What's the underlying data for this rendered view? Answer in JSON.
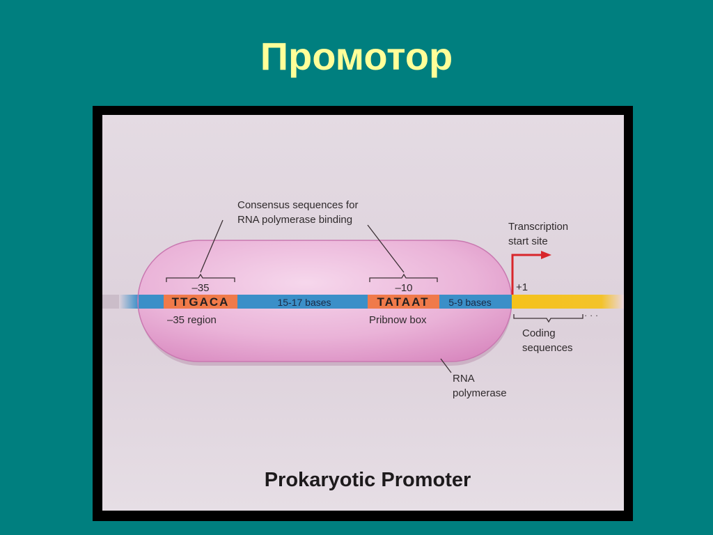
{
  "slide": {
    "title": "Промотор"
  },
  "figure": {
    "consensus_label_line1": "Consensus sequences for",
    "consensus_label_line2": "RNA polymerase binding",
    "transcription_label_line1": "Transcription",
    "transcription_label_line2": "start site",
    "minus35_mark": "–35",
    "minus35_sequence": "TTGACA",
    "minus35_region_label": "–35 region",
    "spacer1_label": "15-17 bases",
    "minus10_mark": "–10",
    "minus10_sequence": "TATAAT",
    "pribnow_label": "Pribnow box",
    "spacer2_label": "5-9 bases",
    "plus1_label": "+1",
    "coding_label_line1": "Coding",
    "coding_label_line2": "sequences",
    "continuation_dots": "· · ·",
    "polymerase_label_line1": "RNA",
    "polymerase_label_line2": "polymerase",
    "caption": "Prokaryotic Promoter"
  },
  "colors": {
    "background": "#007f7f",
    "title_text": "#ffff99",
    "dna_promoter": "#3b8fc8",
    "consensus_box": "#f07a4a",
    "coding_dna": "#f5c21b",
    "polymerase": "#e9a9d3",
    "start_arrow": "#d8262b"
  }
}
